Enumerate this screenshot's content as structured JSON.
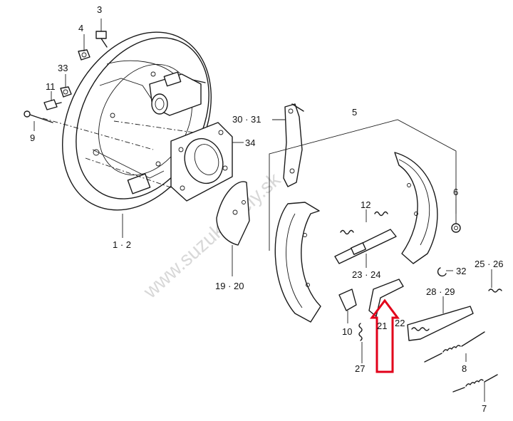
{
  "watermark": "www.suzuki-diely.sk",
  "highlight_color": "#e2001a",
  "callouts": {
    "c3": "3",
    "c4": "4",
    "c33": "33",
    "c11": "11",
    "c9": "9",
    "c12_backplate": "1 · 2",
    "c30_31": "30 · 31",
    "c5": "5",
    "c34": "34",
    "c6": "6",
    "c12": "12",
    "c23_24": "23 · 24",
    "c19_20": "19 · 20",
    "c32": "32",
    "c25_26": "25 · 26",
    "c28_29": "28 · 29",
    "c21": "21",
    "c22": "22",
    "c10": "10",
    "c27": "27",
    "c8": "8",
    "c7": "7"
  }
}
